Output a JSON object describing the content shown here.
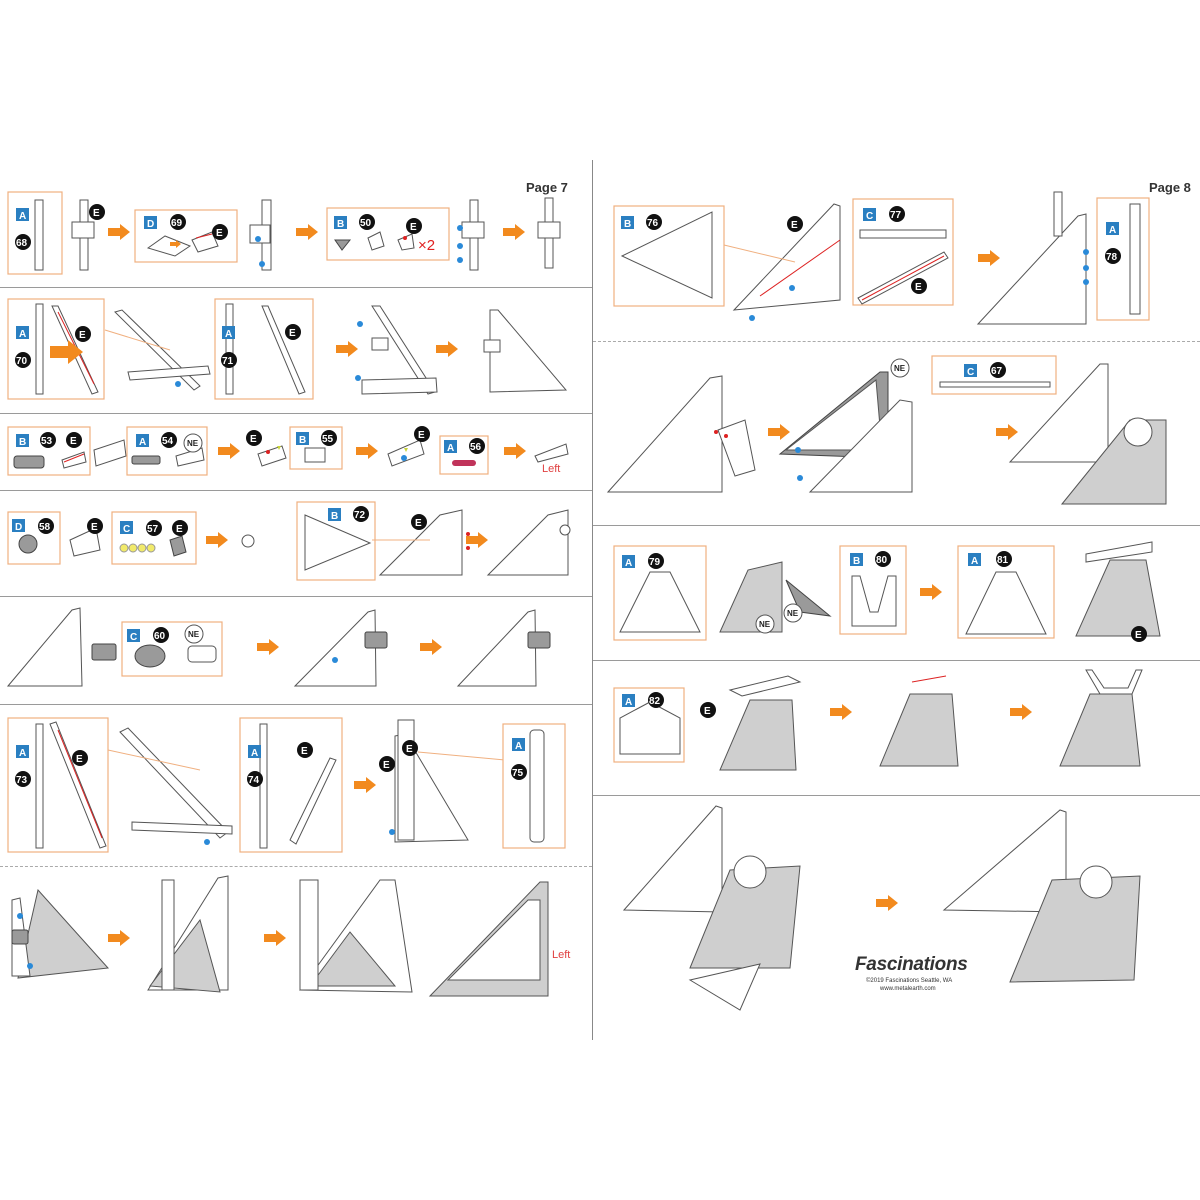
{
  "pages": {
    "left": {
      "label": "Page 7"
    },
    "right": {
      "label": "Page 8"
    }
  },
  "labels": {
    "left_row8": "Left",
    "left_row3": "Left",
    "times_two": "×2"
  },
  "steps": [
    {
      "sheet": "A",
      "number": "68"
    },
    {
      "sheet": "D",
      "number": "69"
    },
    {
      "sheet": "B",
      "number": "50"
    },
    {
      "sheet": "A",
      "number": "70"
    },
    {
      "sheet": "A",
      "number": "71"
    },
    {
      "sheet": "B",
      "number": "53"
    },
    {
      "sheet": "A",
      "number": "54"
    },
    {
      "sheet": "B",
      "number": "55"
    },
    {
      "sheet": "A",
      "number": "56"
    },
    {
      "sheet": "D",
      "number": "58"
    },
    {
      "sheet": "C",
      "number": "57"
    },
    {
      "sheet": "B",
      "number": "72"
    },
    {
      "sheet": "C",
      "number": "60"
    },
    {
      "sheet": "A",
      "number": "73"
    },
    {
      "sheet": "A",
      "number": "74"
    },
    {
      "sheet": "A",
      "number": "75"
    },
    {
      "sheet": "B",
      "number": "76"
    },
    {
      "sheet": "C",
      "number": "77"
    },
    {
      "sheet": "A",
      "number": "78"
    },
    {
      "sheet": "C",
      "number": "67"
    },
    {
      "sheet": "A",
      "number": "79"
    },
    {
      "sheet": "B",
      "number": "80"
    },
    {
      "sheet": "A",
      "number": "81"
    },
    {
      "sheet": "A",
      "number": "82"
    }
  ],
  "markers": {
    "e": "E",
    "ne": "NE"
  },
  "brand": {
    "name": "Fascinations",
    "copyright": "©2019 Fascinations Seattle, WA",
    "website": "www.metalearth.com"
  },
  "colors": {
    "sheet_blue": "#2a7fc1",
    "arrow_orange": "#f28a1e",
    "accent_red": "#d22222"
  }
}
